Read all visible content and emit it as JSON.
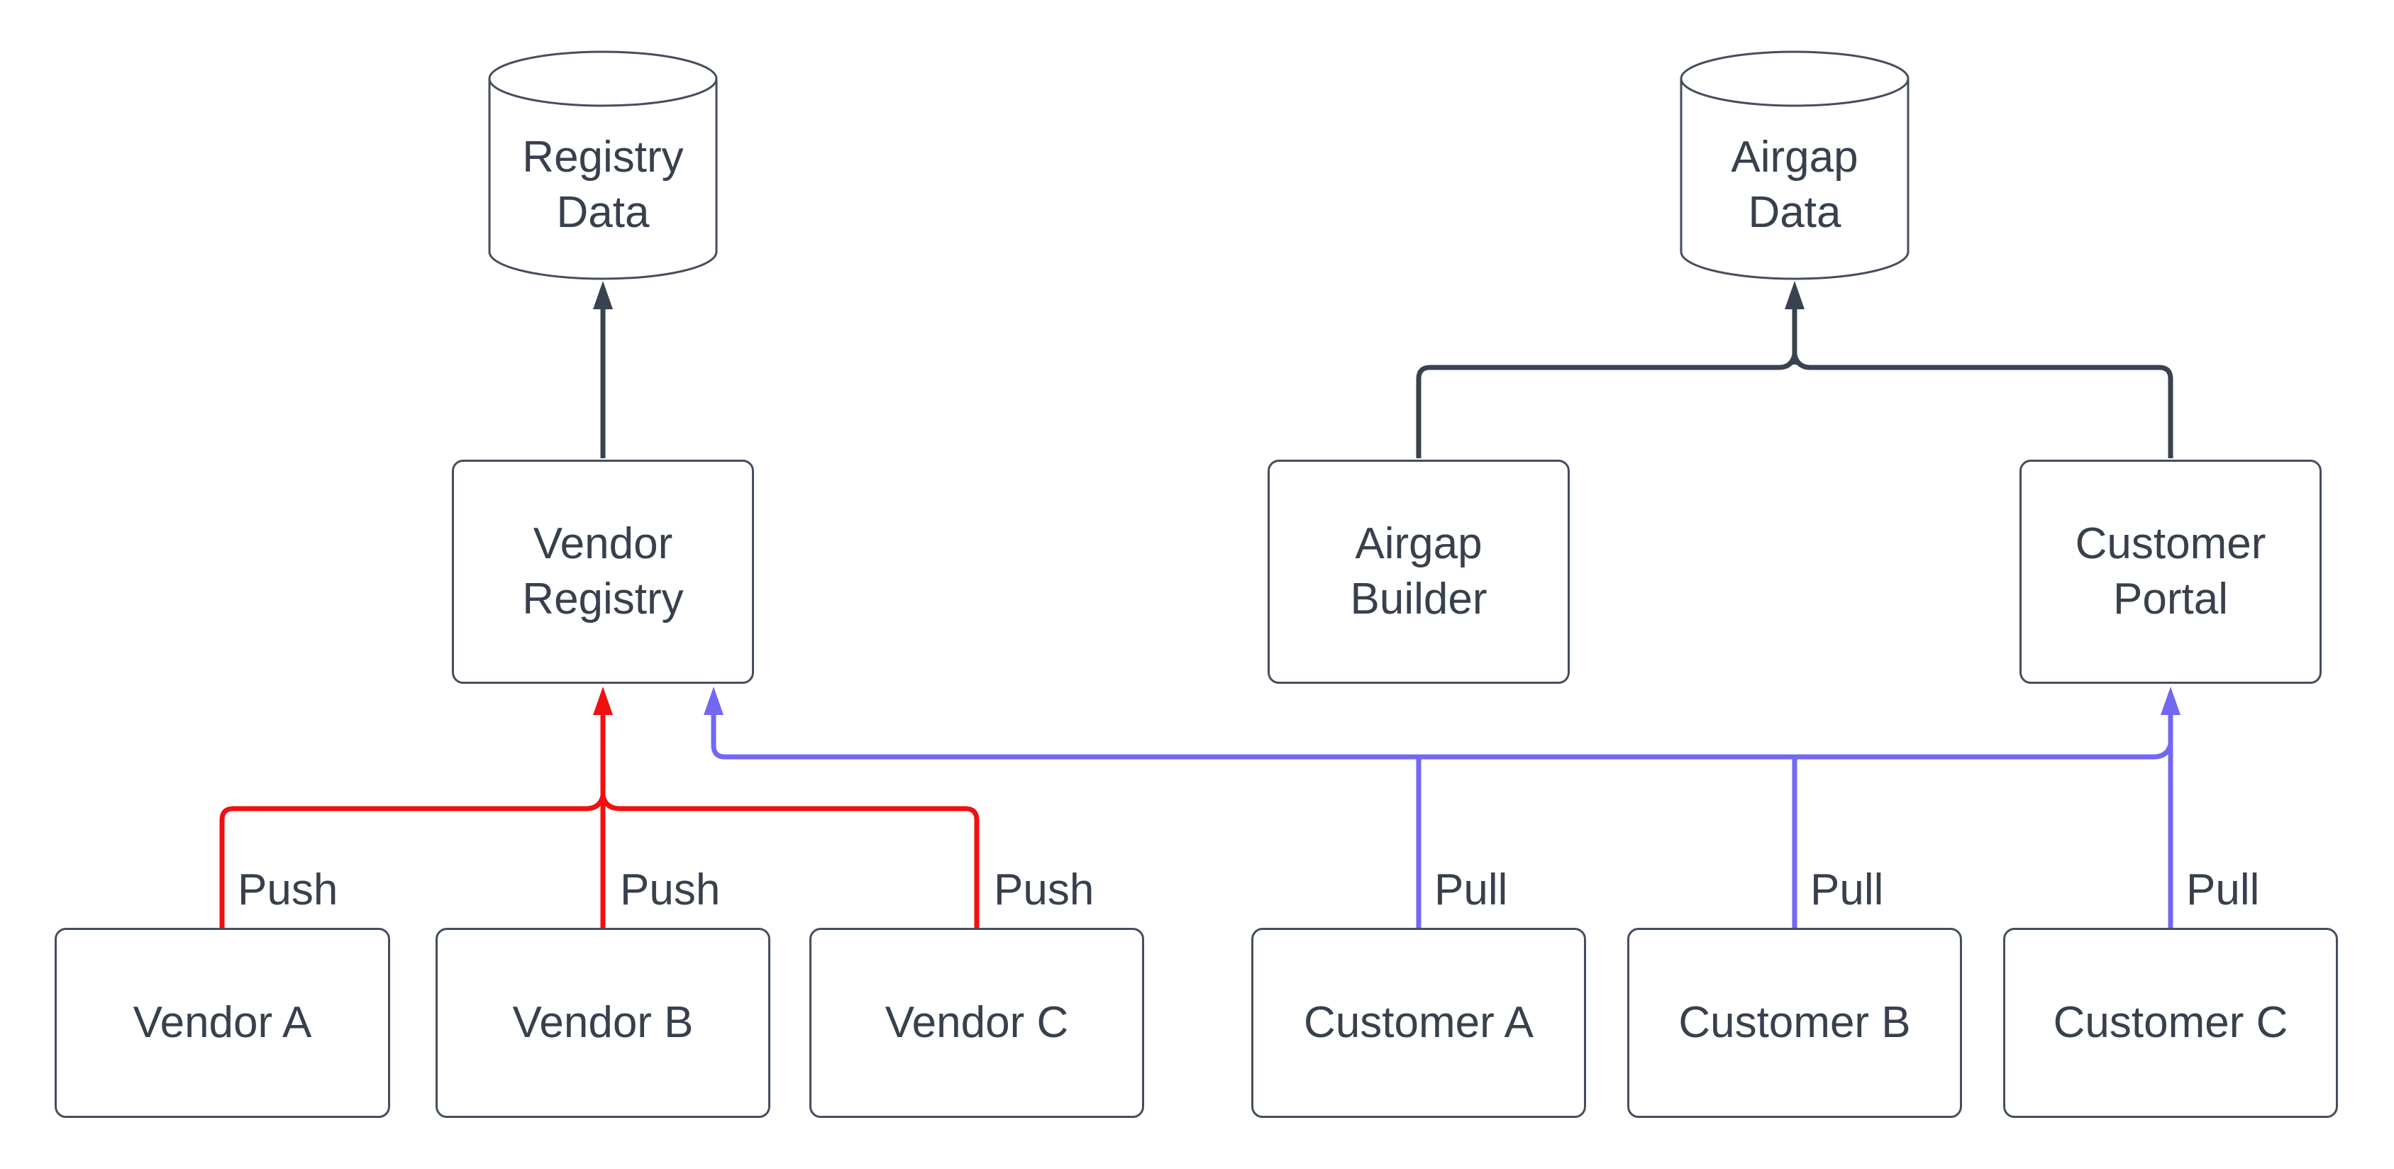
{
  "diagram": {
    "background": "#ffffff",
    "colors": {
      "node_stroke": "#454e5e",
      "text": "#38404d",
      "flow": "#39424f",
      "push": "#f01010",
      "pull": "#7268f3"
    },
    "nodes": {
      "registry_data": {
        "shape": "cylinder",
        "lines": [
          "Registry",
          "Data"
        ]
      },
      "airgap_data": {
        "shape": "cylinder",
        "lines": [
          "Airgap",
          "Data"
        ]
      },
      "vendor_registry": {
        "shape": "box",
        "lines": [
          "Vendor",
          "Registry"
        ]
      },
      "airgap_builder": {
        "shape": "box",
        "lines": [
          "Airgap",
          "Builder"
        ]
      },
      "customer_portal": {
        "shape": "box",
        "lines": [
          "Customer",
          "Portal"
        ]
      },
      "vendor_a": {
        "shape": "box",
        "label": "Vendor A"
      },
      "vendor_b": {
        "shape": "box",
        "label": "Vendor B"
      },
      "vendor_c": {
        "shape": "box",
        "label": "Vendor C"
      },
      "customer_a": {
        "shape": "box",
        "label": "Customer A"
      },
      "customer_b": {
        "shape": "box",
        "label": "Customer B"
      },
      "customer_c": {
        "shape": "box",
        "label": "Customer C"
      }
    },
    "edges": {
      "push_labels": [
        "Push",
        "Push",
        "Push"
      ],
      "pull_labels": [
        "Pull",
        "Pull",
        "Pull"
      ],
      "connections": [
        {
          "from": "Vendor Registry",
          "to": "Registry Data",
          "type": "flow"
        },
        {
          "from": "Airgap Builder",
          "to": "Airgap Data",
          "type": "flow"
        },
        {
          "from": "Customer Portal",
          "to": "Airgap Data",
          "type": "flow"
        },
        {
          "from": "Vendor A",
          "to": "Vendor Registry",
          "label": "Push",
          "type": "push"
        },
        {
          "from": "Vendor B",
          "to": "Vendor Registry",
          "label": "Push",
          "type": "push"
        },
        {
          "from": "Vendor C",
          "to": "Vendor Registry",
          "label": "Push",
          "type": "push"
        },
        {
          "from": "Customer A",
          "to": "Vendor Registry",
          "label": "Pull",
          "type": "pull"
        },
        {
          "from": "Customer B",
          "to": "Vendor Registry",
          "label": "Pull",
          "type": "pull"
        },
        {
          "from": "Customer C",
          "to": "Customer Portal",
          "label": "Pull",
          "type": "pull"
        }
      ]
    }
  }
}
